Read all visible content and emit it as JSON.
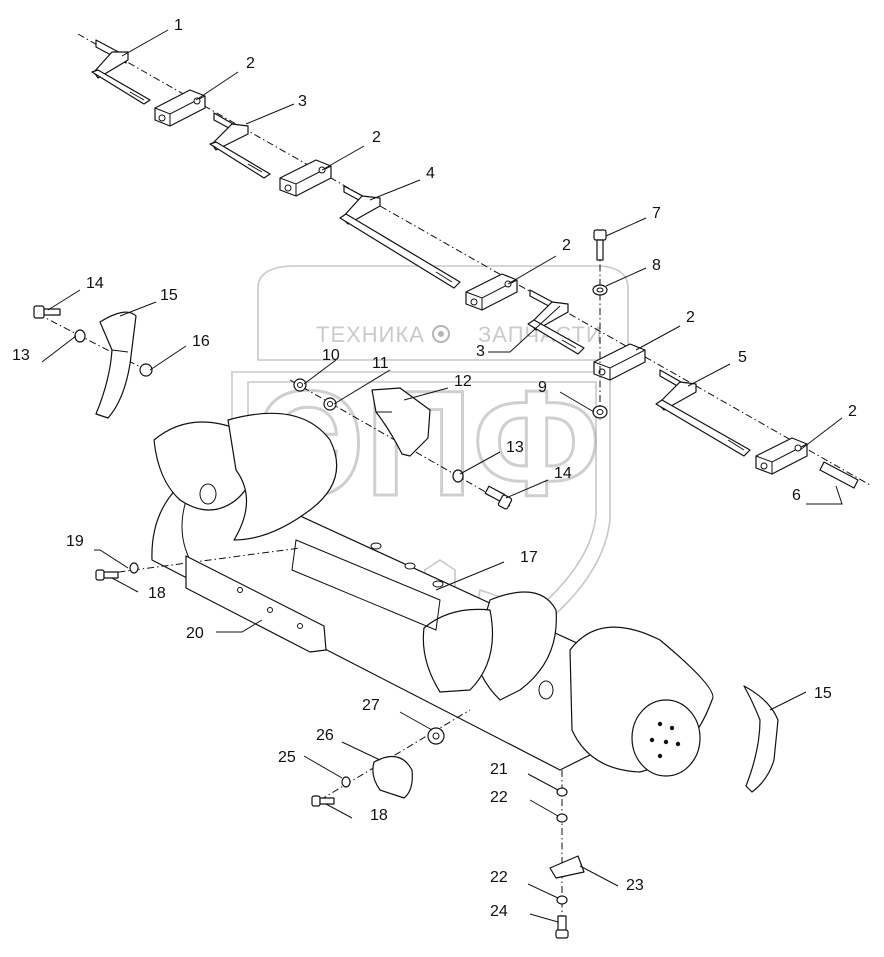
{
  "watermark": {
    "text_top_left": "ТЕХНИКА",
    "text_top_right": "ЗАПЧАСТИ",
    "logo_letters": "ЭПФ",
    "gear_icon": "gear-icon"
  },
  "callouts": {
    "c1": "1",
    "c2a": "2",
    "c3a": "3",
    "c2b": "2",
    "c4": "4",
    "c2c": "2",
    "c7": "7",
    "c8": "8",
    "c3b": "3",
    "c2d": "2",
    "c5": "5",
    "c9": "9",
    "c2e": "2",
    "c6": "6",
    "c14a": "14",
    "c15a": "15",
    "c13a": "13",
    "c16": "16",
    "c10": "10",
    "c11": "11",
    "c12": "12",
    "c13b": "13",
    "c14b": "14",
    "c19": "19",
    "c18a": "18",
    "c17": "17",
    "c20": "20",
    "c27": "27",
    "c26": "26",
    "c25": "25",
    "c18b": "18",
    "c21": "21",
    "c22a": "22",
    "c22b": "22",
    "c23": "23",
    "c24": "24",
    "c15b": "15"
  }
}
